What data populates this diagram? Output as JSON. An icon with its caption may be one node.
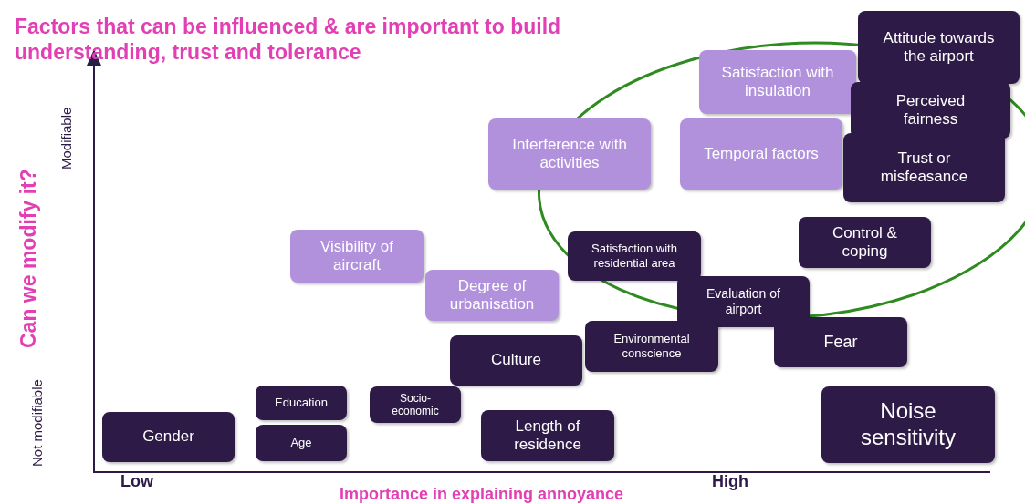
{
  "diagram": {
    "title": "Factors that can be influenced & are important to build understanding, trust and tolerance",
    "nodes": [
      {
        "text": [
          "Attitude towards the airport"
        ]
      },
      {
        "text": [
          "Satisfaction with insulation"
        ]
      },
      {
        "text": [
          "Perceived fairness"
        ]
      },
      {
        "text": [
          "Interference with activities"
        ]
      },
      {
        "text": [
          "Temporal factors"
        ]
      },
      {
        "text": [
          "Trust or misfeasance"
        ]
      },
      {
        "text": [
          "Control & coping"
        ]
      },
      {
        "text": [
          "Visibility of aircraft"
        ]
      },
      {
        "text": [
          "Satisfaction with residential area"
        ]
      },
      {
        "text": [
          "Degree of urbanisation"
        ]
      },
      {
        "text": [
          "Evaluation of airport"
        ]
      },
      {
        "text": [
          "Environmental conscience"
        ]
      },
      {
        "text": [
          "Fear"
        ]
      },
      {
        "text": [
          "Culture"
        ]
      },
      {
        "text": [
          "Education"
        ]
      },
      {
        "text": [
          "Socio-economic"
        ]
      },
      {
        "text": [
          "Noise sensitivity"
        ]
      },
      {
        "text": [
          "Gender"
        ]
      },
      {
        "text": [
          "Length of residence"
        ]
      },
      {
        "text": [
          "Age"
        ]
      }
    ],
    "edges": [],
    "labels": [
      "Can we modify it?",
      "Modifiable",
      "Not modifiable",
      "Low",
      "High",
      "Importance in explaining annoyance"
    ]
  }
}
